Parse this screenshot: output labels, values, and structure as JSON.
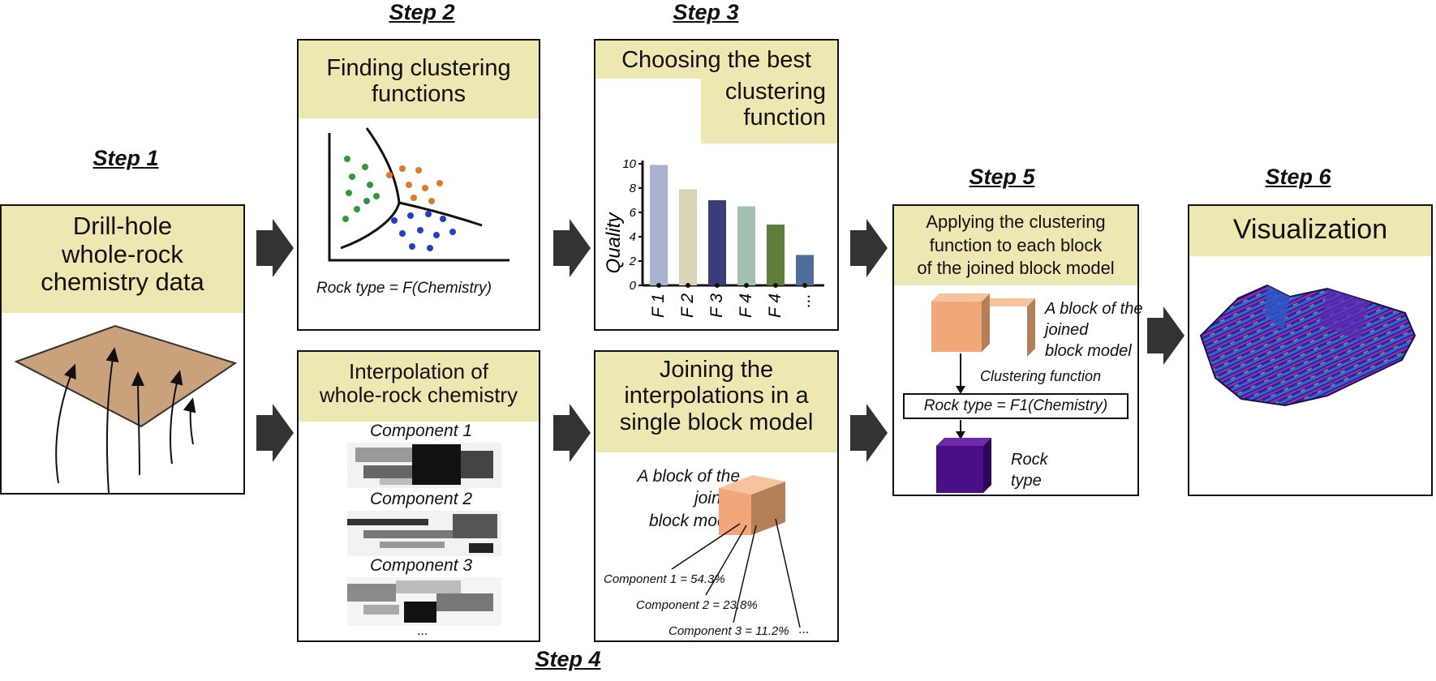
{
  "steps": {
    "s1": "Step 1",
    "s2": "Step 2",
    "s3": "Step 3",
    "s4": "Step 4",
    "s5": "Step 5",
    "s6": "Step 6"
  },
  "box1": {
    "title_l1": "Drill-hole",
    "title_l2": "whole-rock",
    "title_l3": "chemistry data"
  },
  "box2": {
    "title_l1": "Finding clustering",
    "title_l2": "functions",
    "caption": "Rock type = F(Chemistry)"
  },
  "box3": {
    "title_l1": "Choosing the best",
    "title_l2": "clustering",
    "title_l3": "function"
  },
  "box_interp": {
    "title_l1": "Interpolation of",
    "title_l2": "whole-rock chemistry",
    "c1": "Component 1",
    "c2": "Component 2",
    "c3": "Component 3",
    "more": "..."
  },
  "box_join": {
    "title_l1": "Joining the",
    "title_l2": "interpolations in a",
    "title_l3": "single block model",
    "block_l1": "A block of the",
    "block_l2": "joined",
    "block_l3": "block model",
    "comp1": "Component 1 = 54.3%",
    "comp2": "Component 2 = 23.8%",
    "comp3": "Component 3 = 11.2%",
    "more": "..."
  },
  "box5": {
    "title_l1": "Applying the clustering",
    "title_l2": "function to each block",
    "title_l3": "of the joined block model",
    "block_l1": "A block of the",
    "block_l2": "joined",
    "block_l3": "block model",
    "arrow_label": "Clustering function",
    "formula": "Rock type = F1(Chemistry)",
    "rock_l1": "Rock",
    "rock_l2": "type"
  },
  "box6": {
    "title": "Visualization"
  },
  "chart_data": {
    "type": "bar",
    "ylabel": "Quality",
    "ylim": [
      0,
      10
    ],
    "yticks": [
      "0",
      "2",
      "4",
      "6",
      "8",
      "10"
    ],
    "categories": [
      "F 1",
      "F 2",
      "F 3",
      "F 4",
      "F 4",
      "..."
    ],
    "values": [
      9.9,
      7.9,
      7.0,
      6.5,
      5.0,
      2.5,
      null
    ],
    "colors": [
      "#a9b2cf",
      "#d9d3b8",
      "#3a3d7a",
      "#a4c0b0",
      "#5d7f3a",
      "#4d6d9a"
    ]
  }
}
